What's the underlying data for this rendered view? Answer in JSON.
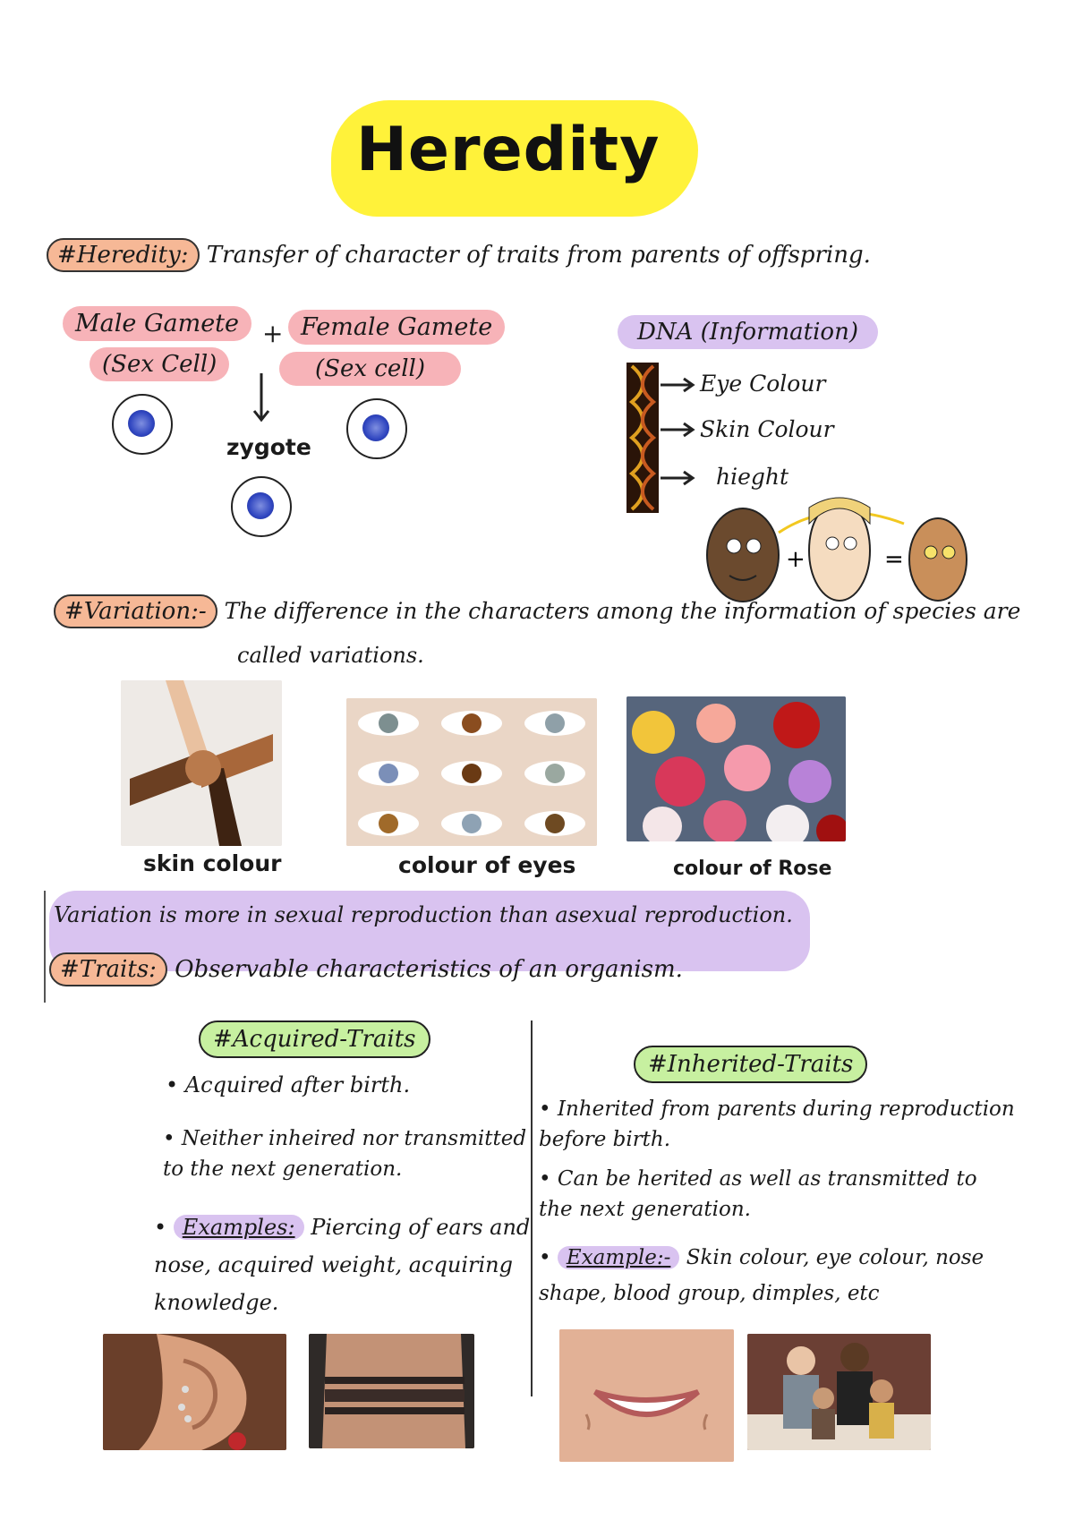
{
  "title": "Heredity",
  "heredity": {
    "tag": "#Heredity:",
    "definition": "Transfer of character of traits from parents of offspring."
  },
  "gametes": {
    "male_title": "Male Gamete",
    "male_sub": "(Sex Cell)",
    "plus": "+",
    "female_title": "Female Gamete",
    "female_sub": "(Sex cell)",
    "zygote": "zygote"
  },
  "dna": {
    "title": "DNA (Information)",
    "traits": [
      "Eye Colour",
      "Skin Colour",
      "hieght"
    ],
    "plus": "+",
    "equals": "="
  },
  "variation": {
    "tag": "#Variation:-",
    "definition_line1": "The difference in the characters among the information of species are",
    "definition_line2": "called variations.",
    "captions": [
      "skin colour",
      "colour of eyes",
      "colour of Rose"
    ],
    "note": "Variation is more in sexual reproduction than asexual reproduction."
  },
  "traits": {
    "tag": "#Traits:",
    "definition": "Observable characteristics of an organism."
  },
  "acquired": {
    "heading": "#Acquired-Traits",
    "bullet1": "Acquired after birth.",
    "bullet2_line1": "Neither inheired nor transmitted",
    "bullet2_line2": "to the next generation.",
    "examples_label": "Examples:",
    "examples_line1": "Piercing of ears and",
    "examples_line2": "nose, acquired weight, acquiring",
    "examples_line3": "knowledge."
  },
  "inherited": {
    "heading": "#Inherited-Traits",
    "bullet1_line1": "Inherited from parents during reproduction",
    "bullet1_line2": "before birth.",
    "bullet2_line1": "Can be herited as well as transmitted to",
    "bullet2_line2": "the next generation.",
    "example_label": "Example:-",
    "example_line1": "Skin colour, eye colour, nose",
    "example_line2": "shape, blood group, dimples, etc"
  },
  "colors": {
    "title_highlight": "#fff23a",
    "peach": "#f6b896",
    "pink": "#f7b3b8",
    "lavender": "#d9c3f0",
    "green": "#c7f0a0"
  }
}
